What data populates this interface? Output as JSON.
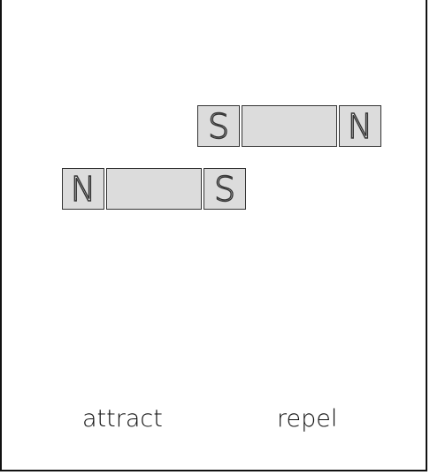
{
  "magnets": [
    {
      "left_pole": "S",
      "right_pole": "N"
    },
    {
      "left_pole": "N",
      "right_pole": "S"
    }
  ],
  "labels": {
    "attract": "attract",
    "repel": "repel"
  },
  "colors": {
    "magnet_fill": "#dcdcdc",
    "outline": "#333333",
    "frame": "#111111"
  }
}
